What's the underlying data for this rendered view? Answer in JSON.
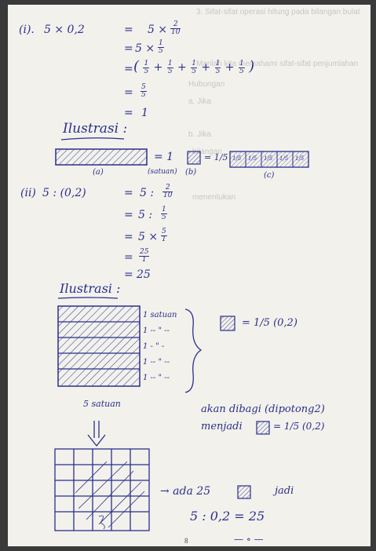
{
  "ghost_lines": [
    "3. Sifat-sifat operasi hitung pada bilangan bulat",
    "Marilah kita memahami sifat-sifat penjumlahan",
    "Hubungan",
    "a. Jika",
    "b. Jika",
    "bilangan",
    "menentukan"
  ],
  "part_i": {
    "label": "(i).",
    "expr": "5 × 0,2",
    "eq": "=",
    "step1_prefix": "5 ×",
    "step1_frac": {
      "n": "2",
      "d": "10"
    },
    "step2_prefix": "5 ×",
    "step2_frac": {
      "n": "1",
      "d": "5"
    },
    "step3_terms": [
      {
        "n": "1",
        "d": "5"
      },
      {
        "n": "1",
        "d": "5"
      },
      {
        "n": "1",
        "d": "5"
      },
      {
        "n": "1",
        "d": "5"
      },
      {
        "n": "1",
        "d": "5"
      }
    ],
    "plus": "+",
    "open_paren": "(",
    "close_paren": ")",
    "step4_frac": {
      "n": "5",
      "d": "5"
    },
    "result": "1"
  },
  "ilustrasi1": {
    "title": "Ilustrasi :",
    "bar_label": "(a)",
    "eq_one": "= 1",
    "satuan": "(satuan)",
    "small_label": "(b)",
    "small_eq": "= 1/5",
    "strip_label": "(c)",
    "strip_cells": [
      "1/5",
      "1/5",
      "1/5",
      "1/5",
      "1/5"
    ]
  },
  "part_ii": {
    "label": "(ii)",
    "expr": "5 : (0,2)",
    "eq": "=",
    "step1_prefix": "5 :",
    "step1_frac": {
      "n": "2",
      "d": "10"
    },
    "step2_prefix": "5 :",
    "step2_frac": {
      "n": "1",
      "d": "5"
    },
    "step3_prefix": "5 ×",
    "step3_frac": {
      "n": "5",
      "d": "1"
    },
    "step4_frac": {
      "n": "25",
      "d": "1"
    },
    "result": "25"
  },
  "ilustrasi2": {
    "title": "Ilustrasi :",
    "row_labels": [
      "1 satuan",
      "1 -- \" --",
      "1 - \" -",
      "1 -- \" --",
      "1 -- \" --"
    ],
    "bottom_label": "5 satuan",
    "square_eq": "= 1/5 (0,2)",
    "note1": "akan dibagi (dipotong2)",
    "note2": "menjadi",
    "note2_eq": "= 1/5 (0,2)",
    "arrow_text": "→ ada 25",
    "jadi": "jadi",
    "final": "5 : 0,2 = 25"
  },
  "page_number": "8",
  "footer_mark": "— ∘ —"
}
